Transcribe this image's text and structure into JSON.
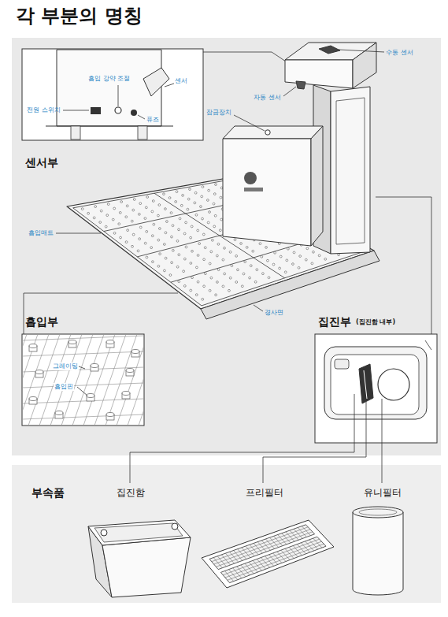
{
  "diagram": {
    "title": "각 부분의 명칭",
    "nodes": [
      {
        "text": [
          "수동 센서",
          "자동 센서",
          "잠금장치",
          "흡입매트",
          "경사면"
        ]
      },
      {
        "text": [
          "센서부",
          "전원 스위치",
          "흡입 강약 조절",
          "센서",
          "퓨즈"
        ],
        "in": 0
      },
      {
        "text": [
          "흡입부",
          "그레이팅",
          "흡입핀"
        ],
        "in": 0
      },
      {
        "text": [
          "집진부",
          "(집진함 내부)"
        ],
        "in": 0
      },
      {
        "text": [
          "부속품",
          "집진함",
          "프리필터",
          "유니필터"
        ]
      }
    ],
    "edges": [
      {
        "from": 3,
        "to": 4,
        "arrow": "none"
      },
      {
        "from": 3,
        "to": 4,
        "arrow": "none"
      },
      {
        "from": 3,
        "to": 4,
        "arrow": "none"
      }
    ]
  }
}
